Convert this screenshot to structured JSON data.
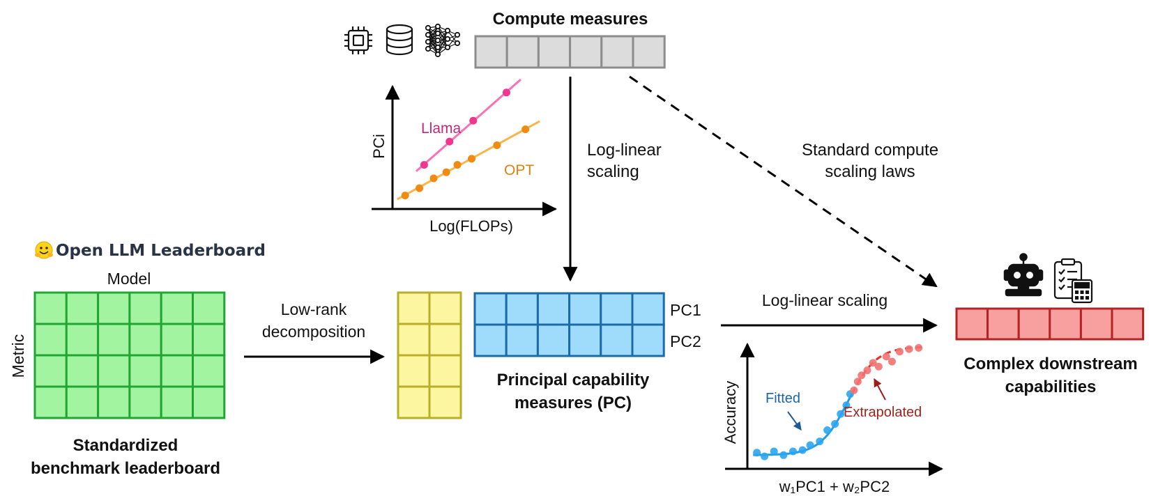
{
  "header": {
    "compute_title": "Compute measures",
    "compute_icons": [
      "chip-icon",
      "database-icon",
      "neural-network-icon"
    ]
  },
  "leaderboard": {
    "brand_emoji": "🤗",
    "brand_label": "Open LLM Leaderboard",
    "x_label": "Model",
    "y_label": "Metric",
    "caption_line1": "Standardized",
    "caption_line2": "benchmark leaderboard",
    "rows": 4,
    "cols": 6,
    "fill": "#a2f4a0",
    "stroke": "#22a633"
  },
  "decomposition": {
    "label_line1": "Low-rank",
    "label_line2": "decomposition",
    "factor_rows": 4,
    "factor_cols": 2,
    "factor_fill": "#fbf69f",
    "factor_stroke": "#b9ae2a"
  },
  "pc": {
    "rows": 2,
    "cols": 6,
    "fill": "#9fdcfb",
    "stroke": "#1c6aa8",
    "row_labels": [
      "PC1",
      "PC2"
    ],
    "caption_line1": "Principal capability",
    "caption_line2": "measures (PC)"
  },
  "compute_bar": {
    "cols": 6,
    "fill": "#dcdcdc",
    "stroke": "#8c8c8c"
  },
  "log_linear_vertical": {
    "line1": "Log-linear",
    "line2": "scaling"
  },
  "standard_laws": {
    "line1": "Standard compute",
    "line2": "scaling laws"
  },
  "log_linear_horizontal": {
    "label": "Log-linear scaling"
  },
  "downstream": {
    "cols": 6,
    "fill": "#f8a0a0",
    "stroke": "#b32424",
    "caption_line1": "Complex downstream",
    "caption_line2": "capabilities",
    "icons": [
      "robot-icon",
      "checklist-calculator-icon"
    ]
  },
  "chart_data": [
    {
      "type": "scatter",
      "title": "",
      "xlabel": "Log(FLOPs)",
      "ylabel": "PCi",
      "xlim": [
        0,
        10
      ],
      "ylim": [
        0,
        10
      ],
      "grid": false,
      "series": [
        {
          "name": "Llama",
          "color": "#f0378f",
          "line_color": "#f772b6",
          "x": [
            2.0,
            3.6,
            5.1,
            7.2
          ],
          "y": [
            3.6,
            5.5,
            7.2,
            9.5
          ]
        },
        {
          "name": "OPT",
          "color": "#f08a10",
          "line_color": "#fbb44c",
          "x": [
            0.8,
            1.7,
            2.6,
            3.4,
            4.1,
            5.0,
            6.6,
            8.4
          ],
          "y": [
            1.1,
            1.7,
            2.5,
            3.0,
            3.6,
            4.1,
            5.2,
            6.5
          ]
        }
      ]
    },
    {
      "type": "scatter",
      "title": "",
      "xlabel": "w₁PC1 + w₂PC2",
      "ylabel": "Accuracy",
      "xlim": [
        0,
        10
      ],
      "ylim": [
        0,
        10
      ],
      "grid": false,
      "annotations": [
        "Fitted",
        "Extrapolated"
      ],
      "series": [
        {
          "name": "Fitted",
          "color": "#2ba5f0",
          "line_color": "#1e9be9",
          "x": [
            0.5,
            0.9,
            1.4,
            1.9,
            2.4,
            2.9,
            3.3,
            3.8,
            4.2,
            4.6,
            4.9,
            5.2,
            5.4
          ],
          "y": [
            1.3,
            1.0,
            1.4,
            1.1,
            1.4,
            1.5,
            1.9,
            2.2,
            3.1,
            3.6,
            4.4,
            5.1,
            6.0
          ]
        },
        {
          "name": "Extrapolated",
          "color": "#f27272",
          "line_color": "#e82c22",
          "x": [
            5.6,
            5.8,
            6.0,
            6.3,
            6.6,
            6.9,
            7.3,
            7.6,
            8.0,
            8.5,
            9.0
          ],
          "y": [
            6.3,
            7.0,
            7.5,
            7.9,
            8.5,
            8.2,
            9.0,
            8.6,
            9.4,
            9.6,
            9.7
          ]
        }
      ]
    }
  ]
}
